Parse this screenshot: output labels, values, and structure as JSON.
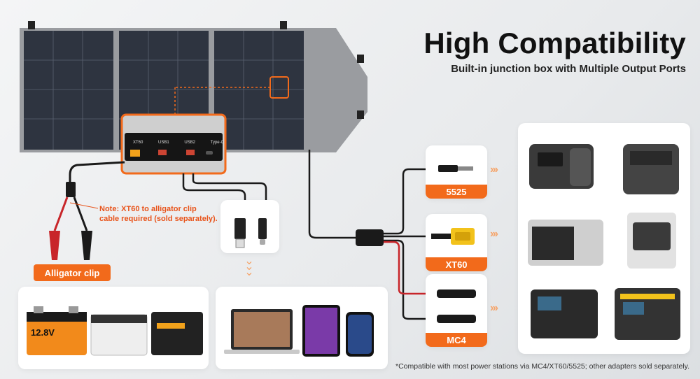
{
  "header": {
    "title": "High Compatibility",
    "subtitle": "Built-in junction box with Multiple Output Ports"
  },
  "junction_box": {
    "port_labels": [
      "XT60",
      "USB1",
      "USB2",
      "Type-C"
    ]
  },
  "note": {
    "line1": "Note: XT60 to alligator clip",
    "line2": "cable required (sold separately)."
  },
  "alligator": {
    "label": "Alligator clip"
  },
  "connectors": [
    {
      "label": "5525"
    },
    {
      "label": "XT60"
    },
    {
      "label": "MC4"
    }
  ],
  "batteries": {
    "badge_text": "12.8V"
  },
  "footnote": "*Compatible with most power stations via MC4/XT60/5525; other adapters sold separately.",
  "colors": {
    "accent": "#f26a1b",
    "panel_dark": "#2e3440",
    "panel_frame": "#9a9ca0",
    "cable": "#1a1a1a",
    "cable_red": "#c8252a"
  }
}
